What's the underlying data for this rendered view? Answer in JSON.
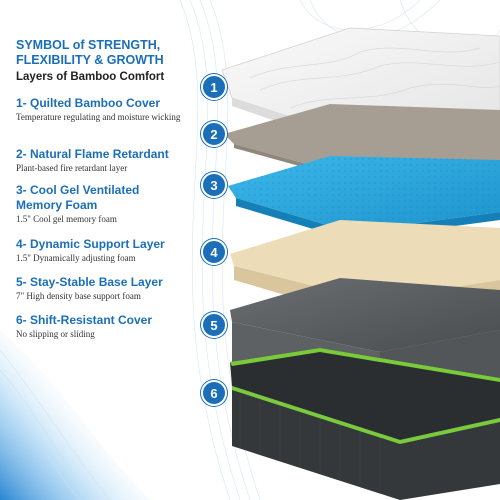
{
  "intro": {
    "headline_line1": "SYMBOL of STRENGTH,",
    "headline_line2": "FLEXIBILITY & GROWTH",
    "subhead": "Layers of Bamboo Comfort"
  },
  "layers": [
    {
      "number": "1",
      "title": "1- Quilted Bamboo Cover",
      "desc": "Temperature regulating and moisture wicking"
    },
    {
      "number": "2",
      "title": "2- Natural Flame Retardant",
      "desc": "Plant-based fire retardant layer"
    },
    {
      "number": "3",
      "title": "3- Cool Gel Ventilated Memory Foam",
      "desc": "1.5\" Cool gel memory foam"
    },
    {
      "number": "4",
      "title": "4- Dynamic Support Layer",
      "desc": "1.5\" Dynamically adjusting foam"
    },
    {
      "number": "5",
      "title": "5- Stay-Stable Base Layer",
      "desc": "7\" High density base support foam"
    },
    {
      "number": "6",
      "title": "6- Shift-Resistant Cover",
      "desc": "No slipping or sliding"
    }
  ],
  "colors": {
    "accent": "#1b6fb8",
    "cover": "#f2f2f2",
    "flame": "#a69e92",
    "gel": "#2aa8dd",
    "support": "#ecdcb8",
    "base": "#5a5d60",
    "bottom": "#2b2e30",
    "trim": "#7acb3c"
  }
}
